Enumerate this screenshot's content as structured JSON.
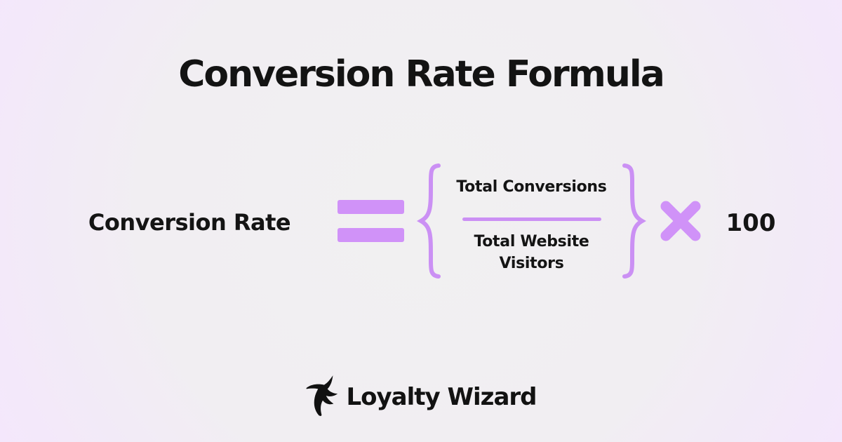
{
  "title": "Conversion Rate Formula",
  "formula": {
    "lhs": "Conversion Rate",
    "numerator": "Total Conversions",
    "denominator": "Total Website Visitors",
    "multiplier": "100",
    "operators": {
      "equals_icon": "equals-icon",
      "multiply_icon": "multiply-icon",
      "left_brace_icon": "left-brace-icon",
      "right_brace_icon": "right-brace-icon"
    }
  },
  "footer": {
    "logo_icon": "wizard-icon",
    "brand": "Loyalty Wizard"
  },
  "colors": {
    "accent_purple": "#d092f8",
    "accent_purple_stroke": "#cb90f4",
    "text": "#141414",
    "background_center": "#f1f0f1",
    "background_edge": "#f4e6fd"
  }
}
